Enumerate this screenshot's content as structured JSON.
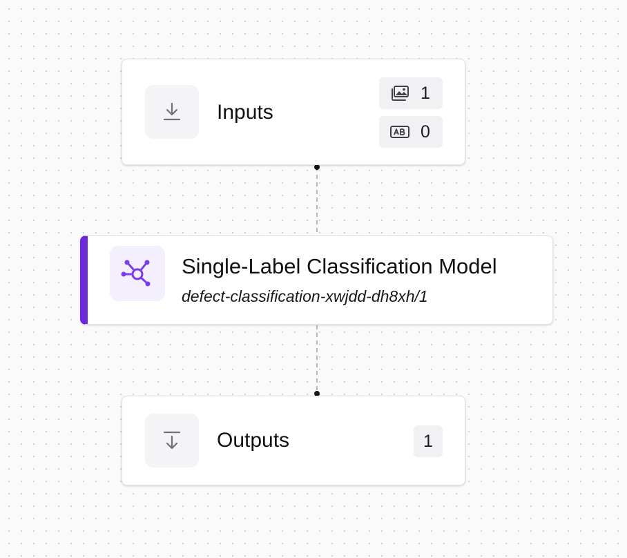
{
  "nodes": {
    "inputs": {
      "title": "Inputs",
      "icon": "download-icon",
      "image_count": "1",
      "text_count": "0"
    },
    "model": {
      "title": "Single-Label Classification Model",
      "subtitle": "defect-classification-xwjdd-dh8xh/1",
      "icon": "graph-network-icon",
      "accent_color": "#6d28d9"
    },
    "outputs": {
      "title": "Outputs",
      "icon": "arrow-down-to-line-icon",
      "count": "1"
    }
  },
  "edges": [
    {
      "from": "inputs",
      "to": "model",
      "style": "dashed"
    },
    {
      "from": "model",
      "to": "outputs",
      "style": "dashed"
    }
  ],
  "colors": {
    "background": "#fafafa",
    "node_border": "#e4e4e7",
    "icon_tile": "#f4f4f6",
    "model_accent": "#6d28d9",
    "model_icon": "#7c3aed",
    "edge": "#a1a1aa"
  }
}
